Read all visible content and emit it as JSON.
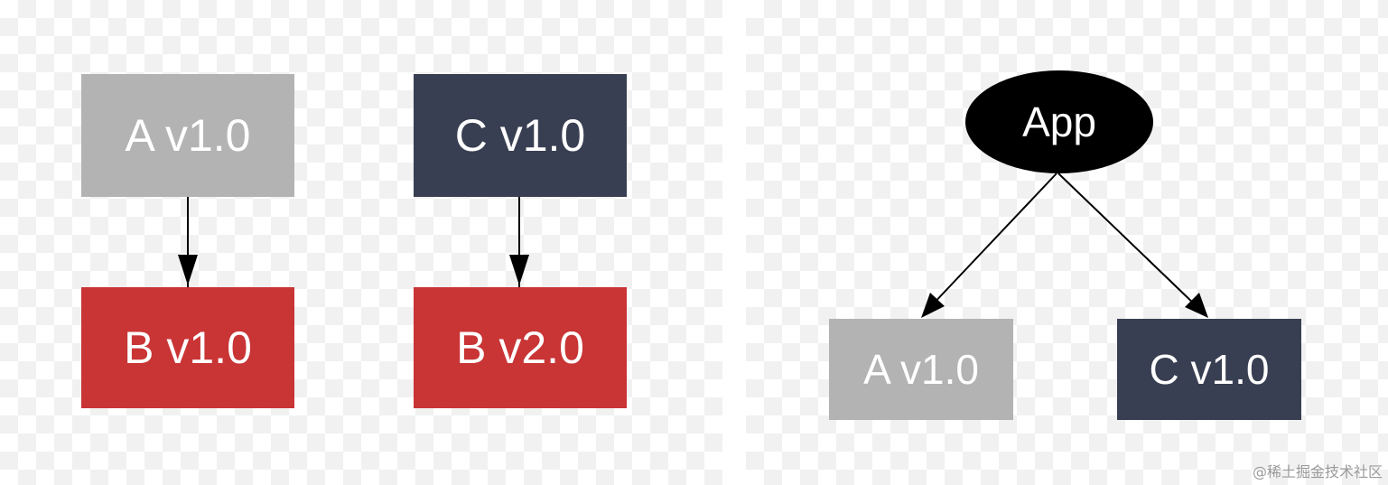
{
  "left_diagram": {
    "nodes": [
      {
        "id": "a",
        "label": "A v1.0",
        "color": "#b3b3b3"
      },
      {
        "id": "b1",
        "label": "B v1.0",
        "color": "#c93435"
      },
      {
        "id": "c",
        "label": "C v1.0",
        "color": "#393f52"
      },
      {
        "id": "b2",
        "label": "B v2.0",
        "color": "#c93435"
      }
    ],
    "edges": [
      {
        "from": "A v1.0",
        "to": "B v1.0"
      },
      {
        "from": "C v1.0",
        "to": "B v2.0"
      }
    ]
  },
  "right_diagram": {
    "nodes": [
      {
        "id": "app",
        "label": "App",
        "color": "#000000"
      },
      {
        "id": "a",
        "label": "A v1.0",
        "color": "#b3b3b3"
      },
      {
        "id": "c",
        "label": "C v1.0",
        "color": "#393f52"
      }
    ],
    "edges": [
      {
        "from": "App",
        "to": "A v1.0"
      },
      {
        "from": "App",
        "to": "C v1.0"
      }
    ]
  },
  "watermark": "@稀土掘金技术社区"
}
